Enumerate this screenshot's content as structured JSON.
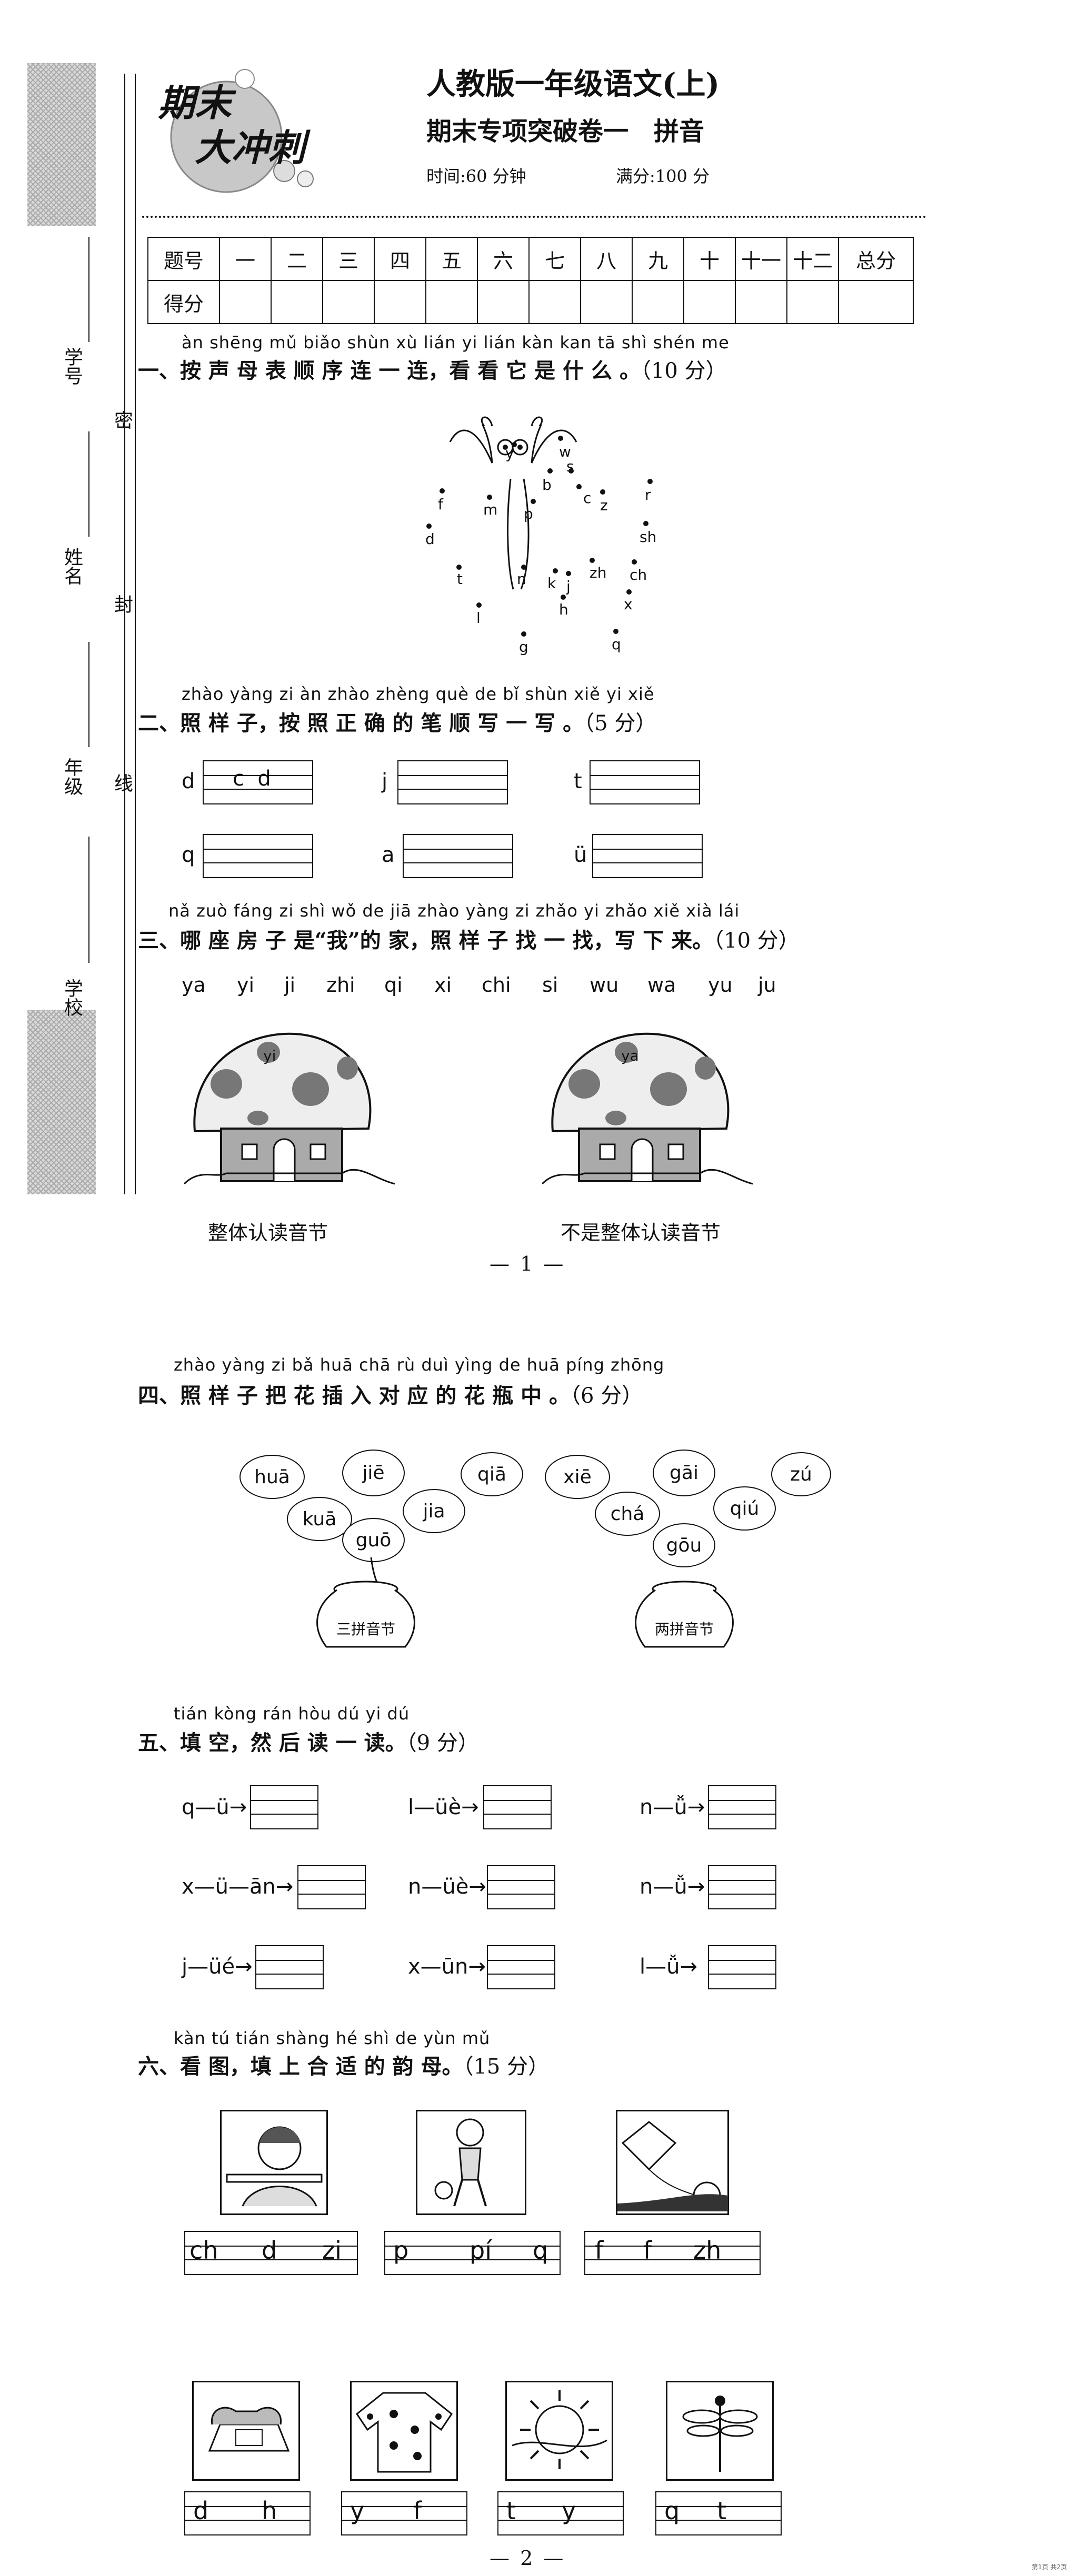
{
  "header": {
    "logo_text_1": "期末",
    "logo_text_2": "大冲刺",
    "title": "人教版一年级语文(上)",
    "subtitle": "期末专项突破卷一　拼音",
    "time": "时间:60 分钟",
    "score": "满分:100 分"
  },
  "sidebar": {
    "student_id": "学号",
    "name": "姓名",
    "grade": "年级",
    "school": "学校",
    "seal_1": "密",
    "seal_2": "封",
    "seal_3": "线"
  },
  "score_table": {
    "row1": [
      "题号",
      "一",
      "二",
      "三",
      "四",
      "五",
      "六",
      "七",
      "八",
      "九",
      "十",
      "十一",
      "十二",
      "总分"
    ],
    "row2_label": "得分"
  },
  "q1": {
    "pinyin": "àn shēng mǔ biǎo shùn xù lián yi lián   kàn kan tā shì shén me",
    "title": "一、按 声 母 表 顺 序 连 一 连，看 看 它 是 什 么 。",
    "score": "（10 分）",
    "letters": [
      "y",
      "w",
      "b",
      "s",
      "f",
      "m",
      "p",
      "c",
      "z",
      "r",
      "d",
      "sh",
      "t",
      "n",
      "zh",
      "ch",
      "k",
      "j",
      "h",
      "x",
      "l",
      "g",
      "q"
    ]
  },
  "q2": {
    "pinyin": "zhào yàng zi   àn zhào zhèng què de bǐ shùn xiě yi xiě",
    "title": "二、照  样 子，按 照  正  确 的 笔 顺 写 一 写 。",
    "score": "（5 分）",
    "items": [
      {
        "letter": "d",
        "example": "c  d"
      },
      {
        "letter": "j",
        "example": ""
      },
      {
        "letter": "t",
        "example": ""
      },
      {
        "letter": "q",
        "example": ""
      },
      {
        "letter": "a",
        "example": ""
      },
      {
        "letter": "ü",
        "example": ""
      }
    ]
  },
  "q3": {
    "pinyin": "nǎ zuò fáng zi shì wǒ de jiā zhào yàng zi zhǎo yi zhǎo xiě xià lái",
    "title": "三、哪 座 房 子 是“我”的 家，照  样 子 找 一 找，写 下 来。",
    "score": "（10 分）",
    "syllables": [
      "ya",
      "yi",
      "ji",
      "zhi",
      "qi",
      "xi",
      "chi",
      "si",
      "wu",
      "wa",
      "yu",
      "ju"
    ],
    "house1_label": "yi",
    "house2_label": "ya",
    "caption1": "整体认读音节",
    "caption2": "不是整体认读音节"
  },
  "footer1": "— 1 —",
  "q4": {
    "pinyin": "zhào yàng zi bǎ huā chā rù duì yìng de huā píng zhōng",
    "title": "四、照  样 子 把 花 插 入 对 应 的 花 瓶  中 。",
    "score": "（6 分）",
    "left_flowers": [
      "huā",
      "jiē",
      "qiā",
      "kuā",
      "jia",
      "guō"
    ],
    "right_flowers": [
      "xiē",
      "gāi",
      "zú",
      "chá",
      "qiú",
      "gōu"
    ],
    "vase1": "三拼音节",
    "vase2": "两拼音节"
  },
  "q5": {
    "pinyin": "tián kòng rán hòu dú yi dú",
    "title": "五、填  空，然 后 读 一 读。",
    "score": "（9 分）",
    "items": [
      "q—ü→",
      "l—üè→",
      "n—ǚ→",
      "x—ü—ān→",
      "n—üè→",
      "n—ǚ→",
      "j—üé→",
      "x—ūn→",
      "l—ǚ→"
    ]
  },
  "q6": {
    "pinyin": "kàn tú  tián shàng hé shì de yùn mǔ",
    "title": "六、看 图，填  上  合 适 的 韵 母。",
    "score": "（15 分）",
    "row1": [
      [
        "ch",
        "d",
        "zi"
      ],
      [
        "p",
        "pí",
        "q"
      ],
      [
        "f",
        "f",
        "zh"
      ]
    ],
    "row2": [
      [
        "d",
        "h"
      ],
      [
        "y",
        "f"
      ],
      [
        "t",
        "y"
      ],
      [
        "q",
        "t"
      ]
    ]
  },
  "footer2": "— 2 —",
  "corner_note": "第1页 共2页"
}
